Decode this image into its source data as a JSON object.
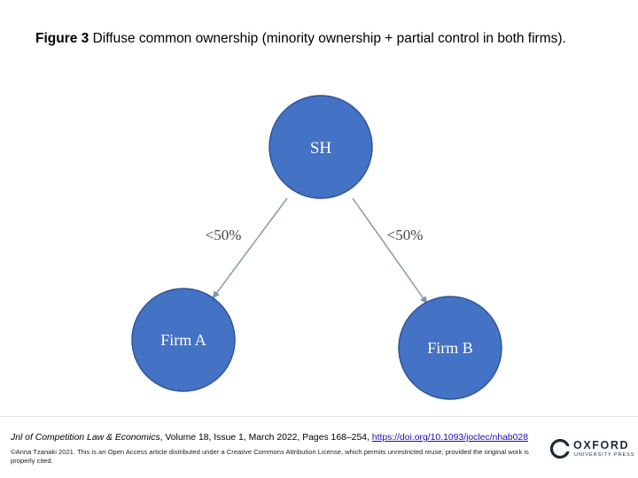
{
  "title": {
    "label": "Figure 3",
    "text": " Diffuse common ownership (minority ownership + partial control in both firms)."
  },
  "diagram": {
    "nodes": [
      {
        "id": "sh",
        "label": "SH"
      },
      {
        "id": "firm-a",
        "label": "Firm A"
      },
      {
        "id": "firm-b",
        "label": "Firm B"
      }
    ],
    "edges": [
      {
        "from": "sh",
        "to": "firm-a",
        "label": "<50%"
      },
      {
        "from": "sh",
        "to": "firm-b",
        "label": "<50%"
      }
    ],
    "colors": {
      "node_fill": "#4472c4",
      "node_stroke": "#2f5597",
      "edge": "#8497b0"
    }
  },
  "citation": {
    "journal": "Jnl of Competition Law & Economics",
    "details": ", Volume 18, Issue 1, March 2022, Pages 168–254, ",
    "doi": "https://doi.org/10.1093/joclec/nhab028"
  },
  "license": "©Anna Tzanaki 2021. This is an Open Access article distributed under a Creative Commons Attribution License, which permits unrestricted reuse, provided the original work is properly cited.",
  "logo": {
    "name": "OXFORD",
    "subtitle": "UNIVERSITY PRESS"
  }
}
